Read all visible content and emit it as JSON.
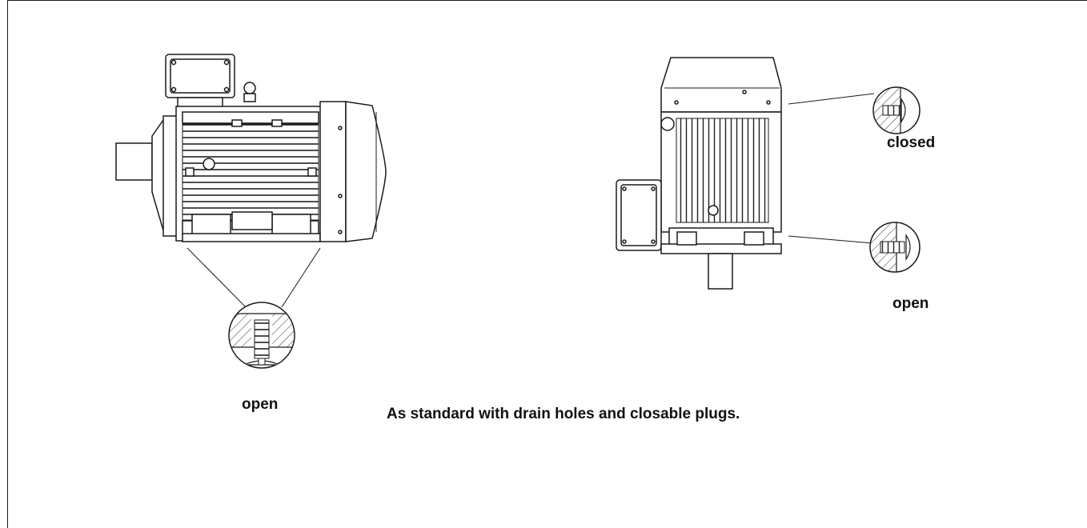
{
  "labels": {
    "side_view_open": "open",
    "end_view_closed": "closed",
    "end_view_open": "open"
  },
  "caption": "As standard with drain holes and closable plugs.",
  "colors": {
    "line": "#1a1a1a",
    "background": "#ffffff"
  },
  "icons": [
    "motor-side-view",
    "motor-end-view",
    "drain-plug-detail"
  ]
}
